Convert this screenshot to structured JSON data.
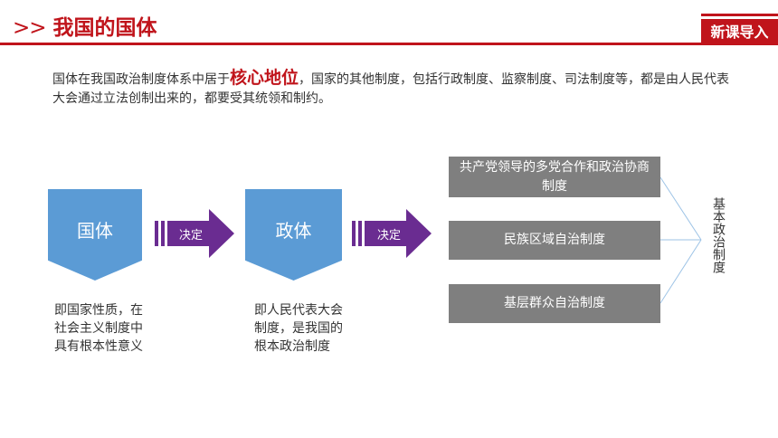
{
  "header": {
    "chevrons": ">>",
    "title": "我国的国体",
    "badge": "新课导入"
  },
  "intro": {
    "before": "国体在我国政治制度体系中居于",
    "emphasis": "核心地位",
    "after": "，国家的其他制度，包括行政制度、监察制度、司法制度等，都是由人民代表大会通过立法创制出来的，都要受其统领和制约。"
  },
  "diagram": {
    "box1_label": "国体",
    "box1_desc": "即国家性质，在社会主义制度中具有根本性意义",
    "arrow1_label": "决定",
    "box2_label": "政体",
    "box2_desc": "即人民代表大会制度，是我国的根本政治制度",
    "arrow2_label": "决定",
    "systems": [
      "共产党领导的多党合作和政治协商制度",
      "民族区域自治制度",
      "基层群众自治制度"
    ],
    "group_label": "基本政治制度",
    "colors": {
      "shield": "#5b9bd5",
      "arrow": "#6a2c91",
      "gray_box": "#7f7f7f",
      "accent": "#c0141b"
    }
  }
}
